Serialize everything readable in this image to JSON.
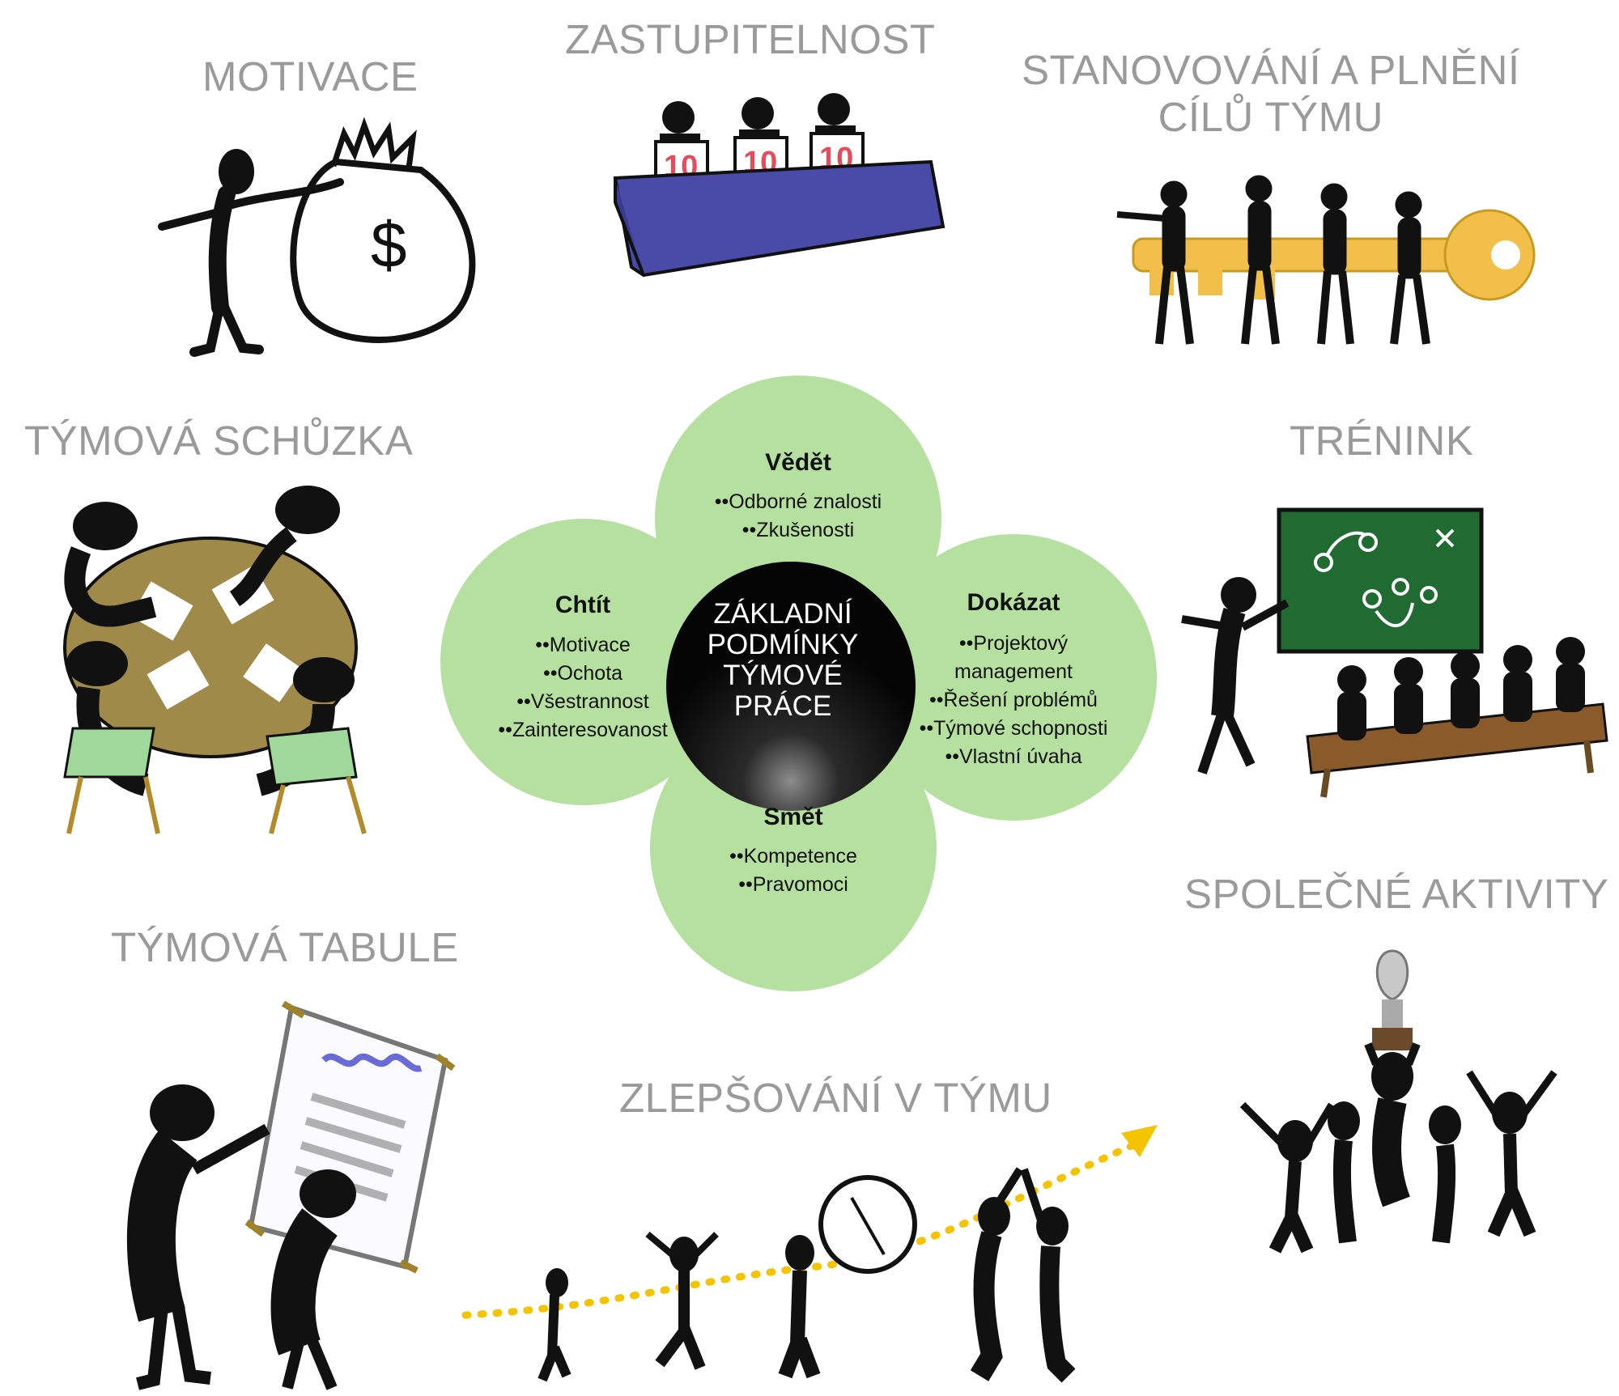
{
  "center": {
    "title_lines": [
      "ZÁKLADNÍ",
      "PODMÍNKY",
      "TÝMOVÉ",
      "PRÁCE"
    ]
  },
  "petals": {
    "top": {
      "title": "Vědět",
      "items": [
        "••Odborné znalosti",
        "••Zkušenosti"
      ]
    },
    "left": {
      "title": "Chtít",
      "items": [
        "••Motivace",
        "••Ochota",
        "••Všestrannost",
        "••Zainteresovanost"
      ]
    },
    "right": {
      "title": "Dokázat",
      "items": [
        "••Projektový",
        "management",
        "••Řešení problémů",
        "••Týmové schopnosti",
        "••Vlastní úvaha"
      ]
    },
    "bottom": {
      "title": "Smět",
      "items": [
        "••Kompetence",
        "••Pravomoci"
      ]
    }
  },
  "labels": {
    "motivace": "MOTIVACE",
    "zastupitelnost": "ZASTUPITELNOST",
    "cile_line1": "STANOVOVÁNÍ A PLNĚNÍ",
    "cile_line2": "CÍLŮ TÝMU",
    "schuzka": "TÝMOVÁ SCHŮZKA",
    "trenink": "TRÉNINK",
    "tabule": "TÝMOVÁ TABULE",
    "zlepsovani": "ZLEPŠOVÁNÍ V TÝMU",
    "aktivity": "SPOLEČNÉ AKTIVITY"
  },
  "art_text": {
    "dollar": "$",
    "score": "10"
  },
  "colors": {
    "label_gray": "#9a9a9a",
    "petal_green": "#b6e0a0",
    "center_black": "#0e0e0e",
    "table_blue": "#4a4aa8",
    "key_gold": "#f2c04a",
    "board_green": "#1f6b32",
    "chair_green": "#9fd89a",
    "table_tan": "#a08a4a",
    "dots_yellow": "#f5c400"
  }
}
